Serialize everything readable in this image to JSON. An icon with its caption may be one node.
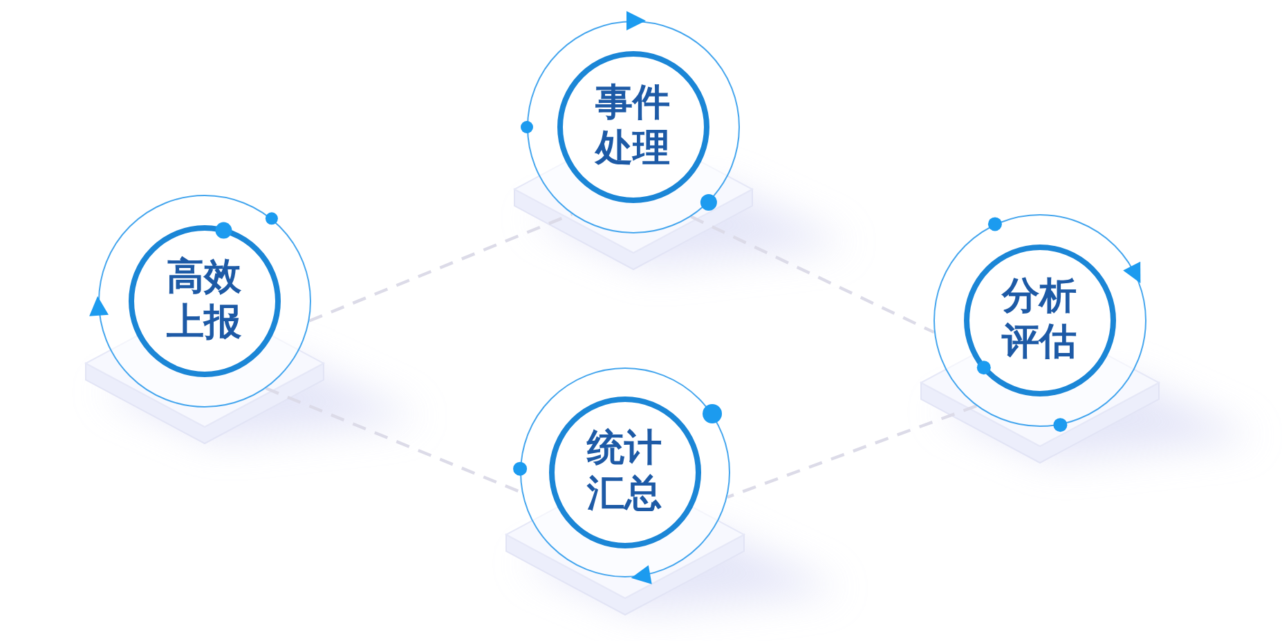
{
  "diagram": {
    "nodes": [
      {
        "text": [
          "高效上报"
        ]
      },
      {
        "text": [
          "事件处理"
        ]
      },
      {
        "text": [
          "统计汇总"
        ]
      },
      {
        "text": [
          "分析评估"
        ]
      }
    ],
    "edges": [
      {
        "from": 0,
        "to": 1,
        "arrow": "none",
        "style": "dashed"
      },
      {
        "from": 1,
        "to": 3,
        "arrow": "none",
        "style": "dashed"
      },
      {
        "from": 3,
        "to": 2,
        "arrow": "none",
        "style": "dashed"
      },
      {
        "from": 0,
        "to": 2,
        "arrow": "none",
        "style": "dashed"
      }
    ]
  }
}
